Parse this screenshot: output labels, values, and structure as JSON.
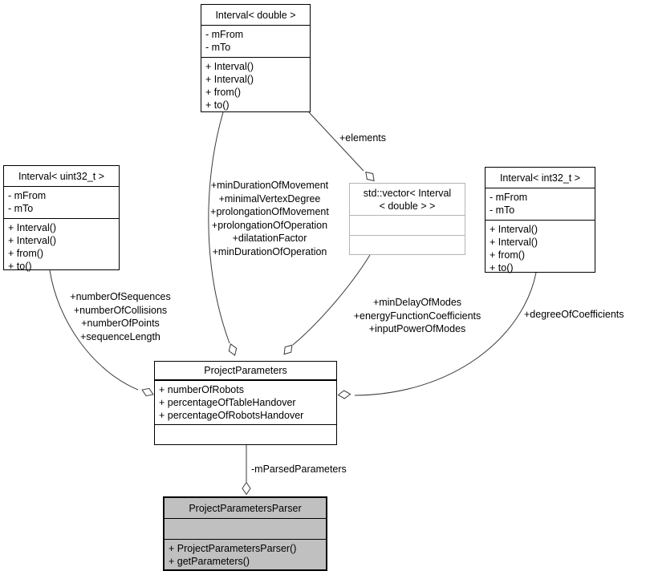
{
  "classes": {
    "interval_double": {
      "title": "Interval< double >",
      "attributes": [
        "- mFrom",
        "- mTo"
      ],
      "methods": [
        "+ Interval()",
        "+ Interval()",
        "+ from()",
        "+ to()"
      ]
    },
    "interval_uint32": {
      "title": "Interval< uint32_t >",
      "attributes": [
        "- mFrom",
        "- mTo"
      ],
      "methods": [
        "+ Interval()",
        "+ Interval()",
        "+ from()",
        "+ to()"
      ]
    },
    "interval_int32": {
      "title": "Interval< int32_t >",
      "attributes": [
        "- mFrom",
        "- mTo"
      ],
      "methods": [
        "+ Interval()",
        "+ Interval()",
        "+ from()",
        "+ to()"
      ]
    },
    "std_vector": {
      "title_lines": [
        "std::vector< Interval",
        "< double > >"
      ]
    },
    "project_parameters": {
      "title": "ProjectParameters",
      "attributes": [
        "+ numberOfRobots",
        "+ percentageOfTableHandover",
        "+ percentageOfRobotsHandover"
      ]
    },
    "parser": {
      "title": "ProjectParametersParser",
      "methods": [
        "+ ProjectParametersParser()",
        "+ getParameters()"
      ]
    }
  },
  "edge_labels": {
    "elements": "+elements",
    "double_to_pp": [
      "+minDurationOfMovement",
      "+minimalVertexDegree",
      "+prolongationOfMovement",
      "+prolongationOfOperation",
      "+dilatationFactor",
      "+minDurationOfOperation"
    ],
    "uint32_to_pp": [
      "+numberOfSequences",
      "+numberOfCollisions",
      "+numberOfPoints",
      "+sequenceLength"
    ],
    "vector_to_pp": [
      "+minDelayOfModes",
      "+energyFunctionCoefficients",
      "+inputPowerOfModes"
    ],
    "int32_to_pp": "+degreeOfCoefficients",
    "pp_to_parser": "-mParsedParameters"
  },
  "colors": {
    "node_border": "#000000",
    "external_node_border": "#b4b4b4",
    "highlight_fill": "#c0c0c0",
    "edge": "#3a3a3a",
    "text": "#000000"
  }
}
